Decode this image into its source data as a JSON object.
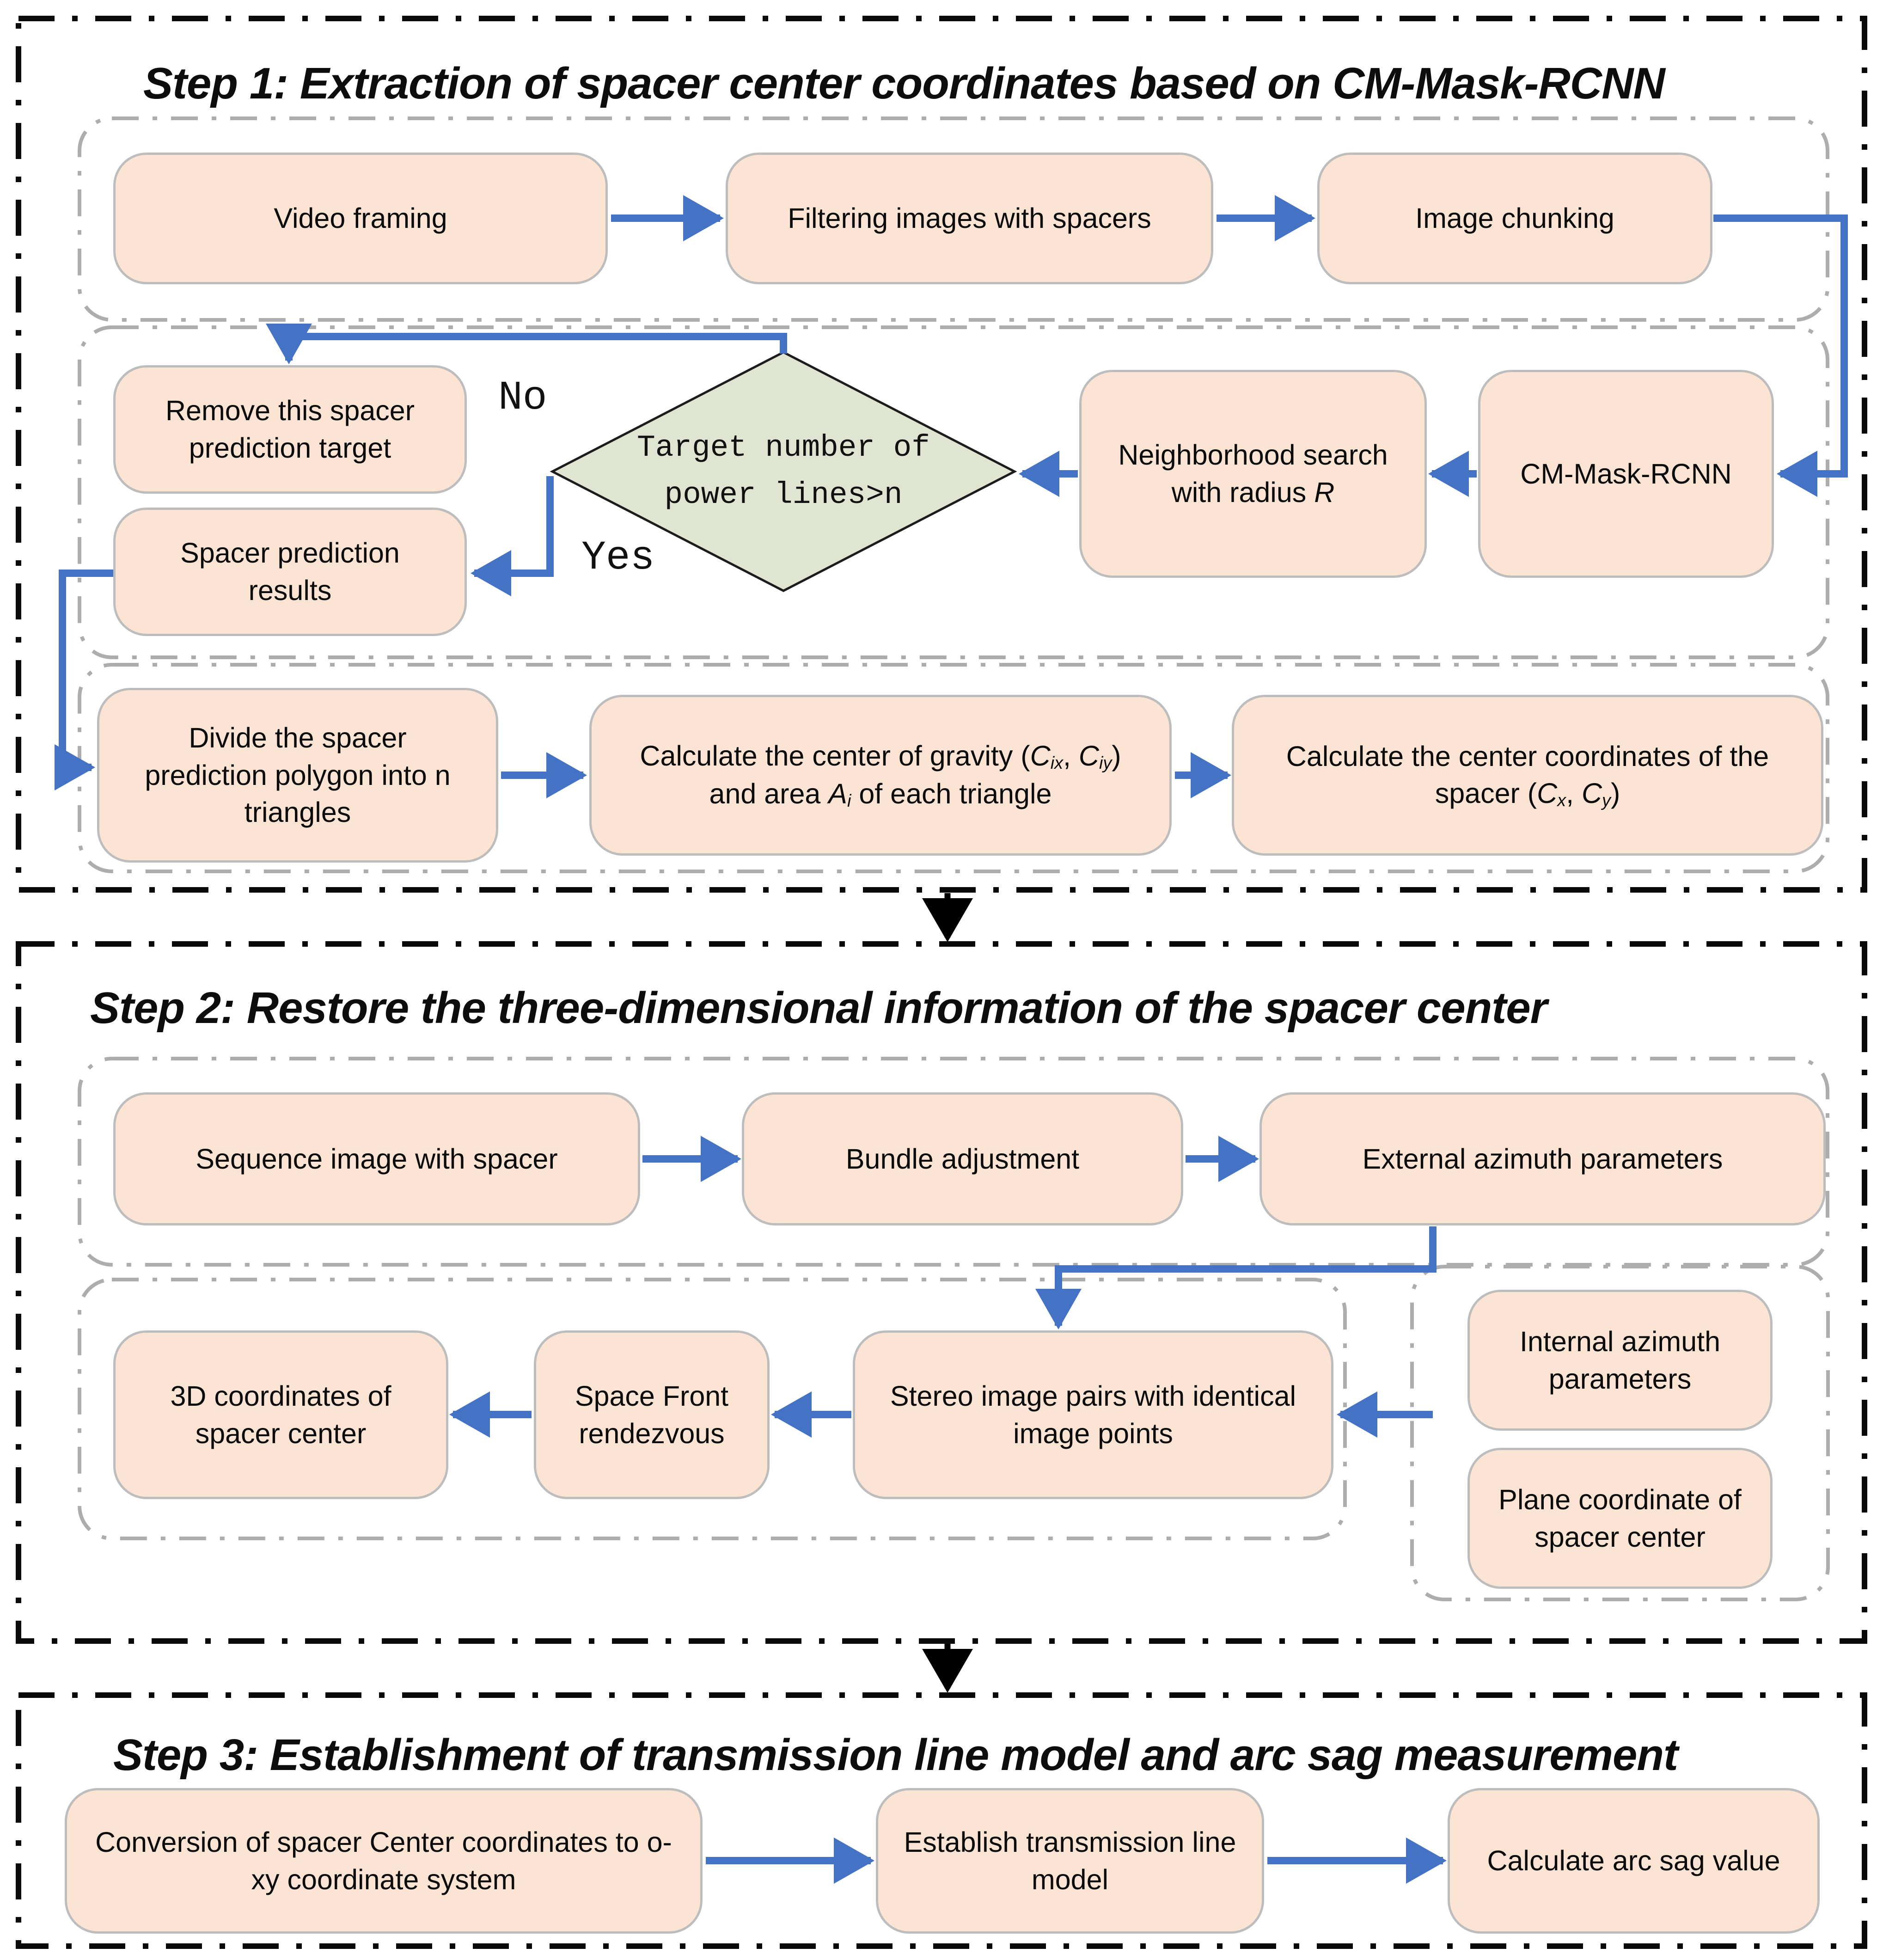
{
  "colors": {
    "box_fill": "#fbe4d3",
    "box_border": "#bdbdbd",
    "diamond_fill": "#e0e5d2",
    "arrow_blue": "#4472c4",
    "arrow_black": "#000000",
    "panel_border": "#0a0a0a",
    "container_border": "#adadad"
  },
  "steps": [
    {
      "title": "Step 1: Extraction of spacer center coordinates based on CM-Mask-RCNN"
    },
    {
      "title": "Step 2: Restore the three-dimensional information of the spacer center"
    },
    {
      "title": "Step 3: Establishment of transmission line model and arc sag measurement"
    }
  ],
  "nodes": {
    "video": {
      "text": "Video framing"
    },
    "filtering": {
      "text": "Filtering images with spacers"
    },
    "chunking": {
      "text": "Image chunking"
    },
    "remove": {
      "text": "Remove this spacer prediction target"
    },
    "results": {
      "text": "Spacer prediction results"
    },
    "neighborhood": {
      "segments": [
        {
          "t": "Neighborhood search with radius "
        },
        {
          "t": "R",
          "i": true
        }
      ]
    },
    "cmmask": {
      "text": "CM-Mask-RCNN"
    },
    "divide": {
      "text": "Divide the spacer prediction polygon into n triangles"
    },
    "gravity": {
      "segments": [
        {
          "t": "Calculate the center of gravity ("
        },
        {
          "t": "C",
          "i": true
        },
        {
          "t": "ix",
          "i": true,
          "sub": true
        },
        {
          "t": ", "
        },
        {
          "t": "C",
          "i": true
        },
        {
          "t": "iy",
          "i": true,
          "sub": true
        },
        {
          "t": ") and area "
        },
        {
          "t": "A",
          "i": true
        },
        {
          "t": "i",
          "i": true,
          "sub": true
        },
        {
          "t": " of each triangle"
        }
      ]
    },
    "centercoords": {
      "segments": [
        {
          "t": "Calculate the center coordinates of the spacer ("
        },
        {
          "t": "C",
          "i": true
        },
        {
          "t": "x",
          "i": true,
          "sub": true
        },
        {
          "t": ", "
        },
        {
          "t": "C",
          "i": true
        },
        {
          "t": "y",
          "i": true,
          "sub": true
        },
        {
          "t": ")"
        }
      ]
    },
    "sequence": {
      "text": "Sequence image with spacer"
    },
    "bundle": {
      "text": "Bundle adjustment"
    },
    "external": {
      "text": "External azimuth parameters"
    },
    "threed": {
      "text": "3D coordinates of spacer center"
    },
    "spacefront": {
      "text": "Space Front rendezvous"
    },
    "stereo": {
      "text": "Stereo image pairs with identical image points"
    },
    "internal": {
      "text": "Internal azimuth parameters"
    },
    "plane": {
      "text": "Plane coordinate of spacer center"
    },
    "conversion": {
      "text": "Conversion of spacer Center coordinates to o-xy coordinate system"
    },
    "establish": {
      "text": "Establish transmission line model"
    },
    "calcarc": {
      "text": "Calculate arc sag value"
    }
  },
  "decision": {
    "text": "Target number of power lines>n",
    "line1": "Target number of",
    "line2": "power lines>n",
    "yes_label": "Yes",
    "no_label": "No"
  }
}
